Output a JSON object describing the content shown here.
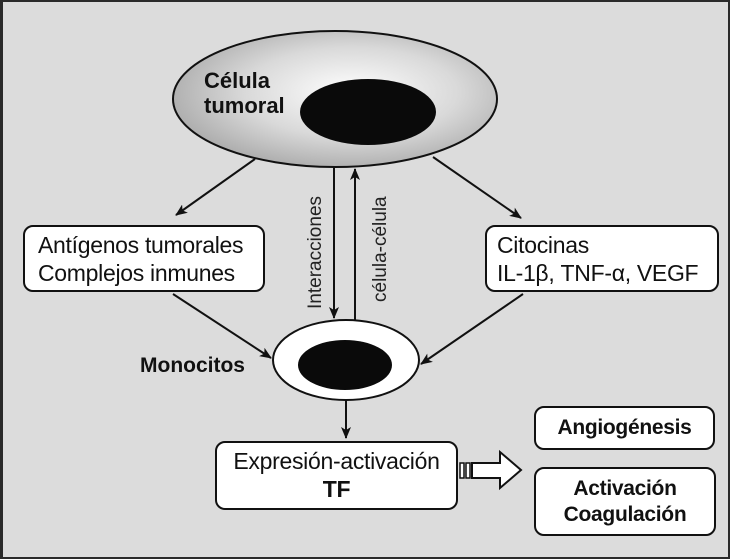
{
  "tumor_cell": {
    "label_line1": "Célula",
    "label_line2": "tumoral"
  },
  "interaction_labels": {
    "down": "Interacciones",
    "up": "célula-célula"
  },
  "left_box": {
    "line1": "Antígenos tumorales",
    "line2": "Complejos inmunes"
  },
  "right_box": {
    "line1": "Citocinas",
    "line2": "IL-1β, TNF-α, VEGF"
  },
  "monocyte": {
    "label": "Monocitos"
  },
  "tf_box": {
    "line1": "Expresión-activación",
    "line2": "TF"
  },
  "outcomes": [
    {
      "line1": "Angiogénesis"
    },
    {
      "line1": "Activación",
      "line2": "Coagulación"
    }
  ],
  "colors": {
    "background": "#dcdcdc",
    "frame": "#2a2a2a",
    "nucleus": "#0a0a0a",
    "box_fill": "#ffffff"
  }
}
